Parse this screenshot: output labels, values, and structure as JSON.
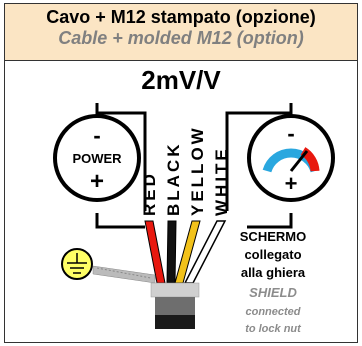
{
  "header": {
    "title_it": "Cavo + M12 stampato (opzione)",
    "title_en": "Cable + molded M12 (option)"
  },
  "diagram": {
    "sensitivity": "2mV/V",
    "power_label": "POWER",
    "minus_sign": "-",
    "plus_sign": "+",
    "wires": [
      {
        "label": "RED",
        "color": "#e8180f"
      },
      {
        "label": "BLACK",
        "color": "#111111"
      },
      {
        "label": "YELLOW",
        "color": "#f2c21a"
      },
      {
        "label": "WHITE",
        "color": "#ffffff"
      }
    ],
    "shield_it": [
      "SCHERMO",
      "collegato",
      "alla ghiera"
    ],
    "shield_en": [
      "SHIELD",
      "connected",
      "to lock nut"
    ],
    "colors": {
      "header_bg": "#fbe5c4",
      "ground_fill": "#ffff66",
      "gauge_blue": "#2aa7df",
      "gauge_red": "#e8180f",
      "shield_text_gray": "#8c8c8c"
    }
  }
}
